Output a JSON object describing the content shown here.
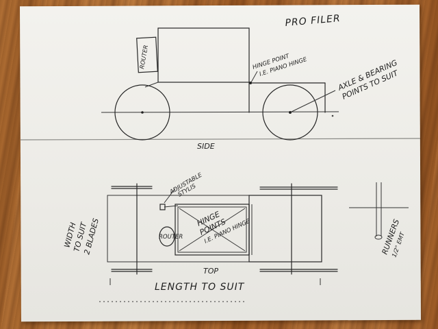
{
  "title": "PRO FILER",
  "side_view": {
    "caption": "SIDE",
    "router_label": "ROUTER",
    "hinge_note_line1": "HINGE POINT",
    "hinge_note_line2": "I.E. PIANO HINGE",
    "axle_note_line1": "AXLE & BEARING",
    "axle_note_line2": "POINTS TO SUIT"
  },
  "top_view": {
    "caption": "TOP",
    "stylus_line1": "ADJUSTABLE",
    "stylus_line2": "STYLIS",
    "router_label": "ROUTER",
    "hinge_line1": "HINGE",
    "hinge_line2": "POINTS",
    "hinge_line3": "I.E. PIANO HINGE",
    "width_line1": "WIDTH",
    "width_line2": "TO SUIT",
    "width_line3": "2 BLADES",
    "length_note": "LENGTH TO SUIT"
  },
  "runner_detail": {
    "line1": "RUNNERS",
    "line2": "1/2\" EMT"
  }
}
